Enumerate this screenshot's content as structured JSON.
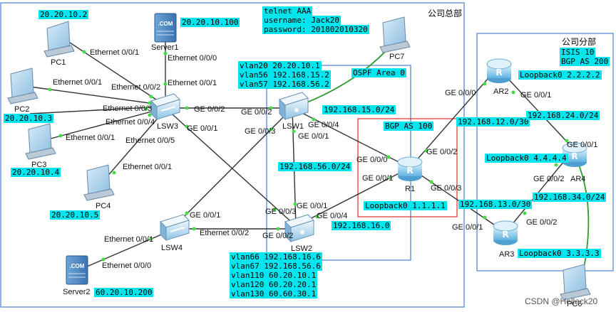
{
  "regions": {
    "hq_title": "公司总部",
    "branch_title": "公司分部",
    "ospf_label": "OSPF Area 0",
    "bgp_label": "BGP AS 100"
  },
  "telnet": [
    "telnet AAA",
    "username: Jack20",
    "password: 201802010320"
  ],
  "branch_info": [
    "ISIS 10",
    "BGP AS 200"
  ],
  "devices": {
    "pc1": "PC1",
    "pc2": "PC2",
    "pc3": "PC3",
    "pc4": "PC4",
    "pc7": "PC7",
    "pc6": "PC6",
    "server1": "Server1",
    "server2": "Server2",
    "lsw1": "LSW1",
    "lsw2": "LSW2",
    "lsw3": "LSW3",
    "lsw4": "LSW4",
    "r1": "R1",
    "ar2": "AR2",
    "ar3": "AR3",
    "ar4": "AR4"
  },
  "ips": {
    "pc1": "20.20.10.2",
    "pc2": "20.20.10.3",
    "pc3": "20.20.10.4",
    "pc4": "20.20.10.5",
    "server1": "20.20.10.100",
    "server2": "60.20.10.200",
    "net_15": "192.168.15.0/24",
    "net_56": "192.168.56.0/24",
    "net_16": "192.168.16.0",
    "net_12": "192.168.12.0/30",
    "net_13": "192.168.13.0/30",
    "net_24": "192.168.24.0/24",
    "net_34": "192.168.34.0/24",
    "lo_r1": "Loopback0 1.1.1.1",
    "lo_ar2": "Loopback0 2.2.2.2",
    "lo_ar3": "Loopback0 3.3.3.3",
    "lo_ar4": "Loopback0 4.4.4.4"
  },
  "lsw1_vlans": [
    "vlan20 20.20.10.1",
    "vlan56 192.168.15.2",
    "vlan57 192.168.56.2"
  ],
  "lsw2_vlans": [
    "vlan66 192.168.16.6",
    "vlan67 192.168.56.6",
    "vlan110 60.20.10.1",
    "vlan120 60.20.20.1",
    "vlan130 60.60.30.1"
  ],
  "ports": {
    "pc1": "Ethernet 0/0/1",
    "pc2": "Ethernet 0/0/1",
    "pc3": "Ethernet 0/0/1",
    "pc4": "Ethernet 0/0/1",
    "server1_a": "Ethernet 0/0/0",
    "server1_b": "Ethernet 0/0/1",
    "lsw3_e2": "Ethernet 0/0/2",
    "lsw3_e3": "Ethernet 0/0/3",
    "lsw3_e4": "Ethernet 0/0/4",
    "lsw3_e5": "Ethernet 0/0/5",
    "lsw3_g2": "GE 0/0/2",
    "lsw3_g1": "GE 0/0/1",
    "lsw1_g2": "GE 0/0/2",
    "lsw1_g3": "GE 0/0/3",
    "lsw1_g4": "GE 0/0/4",
    "lsw1_g1": "GE 0/0/1",
    "r1_g0": "GE 0/0/0",
    "r1_g1": "GE 0/0/1",
    "r1_g2": "GE 0/0/2",
    "r1_g3": "GE 0/0/3",
    "lsw2_g1": "GE 0/0/1",
    "lsw2_g3": "GE 0/0/3",
    "lsw2_g4": "GE 0/0/4",
    "lsw2_g2": "GE 0/0/2",
    "lsw4_g1": "GE 0/0/1",
    "lsw4_e1": "Ethernet 0/0/1",
    "lsw4_e2": "Ethernet 0/0/2",
    "server2_e": "Ethernet 0/0/0",
    "ar2_g0": "GE 0/0/0",
    "ar2_g1": "GE 0/0/1",
    "ar4_g1": "GE 0/0/1",
    "ar4_g2": "GE 0/0/2",
    "ar3_g1": "GE 0/0/1",
    "ar3_g2": "GE 0/0/2"
  },
  "watermark": "CSDN @Hellack20",
  "colors": {
    "ip_box": "#00e5ee",
    "region_border": "#4a7fd1",
    "bgp_border": "#e03030",
    "link": "#333333",
    "link_green": "#2e9b2e",
    "port_dot": "#44dd44"
  }
}
